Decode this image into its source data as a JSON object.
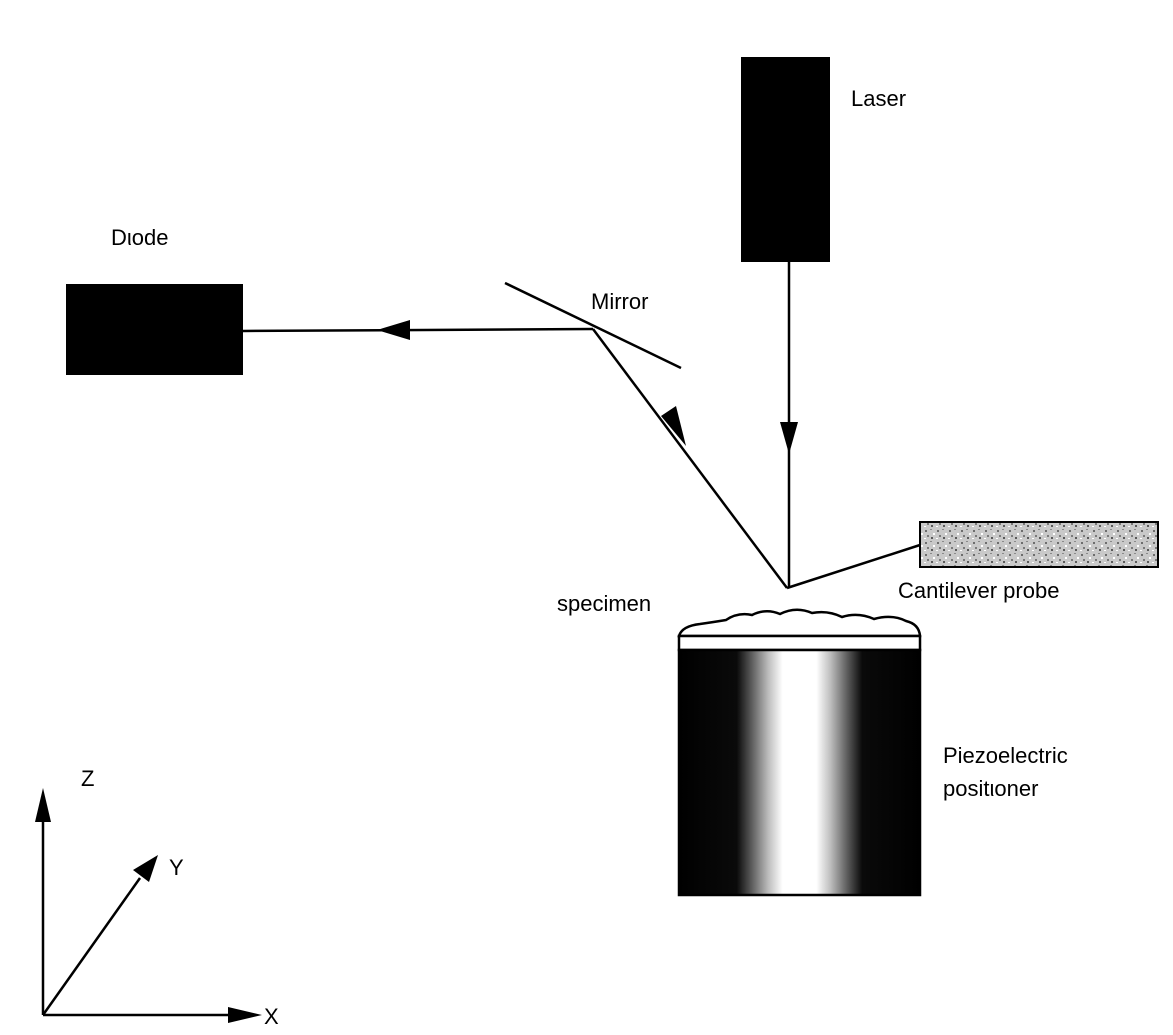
{
  "labels": {
    "laser": "Laser",
    "diode": "Dιode",
    "mirror": "Mirror",
    "cantilever": "Cantilever probe",
    "specimen": "specimen",
    "piezo_line1": "Piezoelectric",
    "piezo_line2": "positιoner",
    "axis_z": "Z",
    "axis_y": "Y",
    "axis_x": "X"
  },
  "colors": {
    "ink": "#000000",
    "paper": "#ffffff",
    "cantilever_fill": "#bdbdbd",
    "piezo_light": "#ffffff",
    "piezo_mid": "#9a9a9a"
  }
}
